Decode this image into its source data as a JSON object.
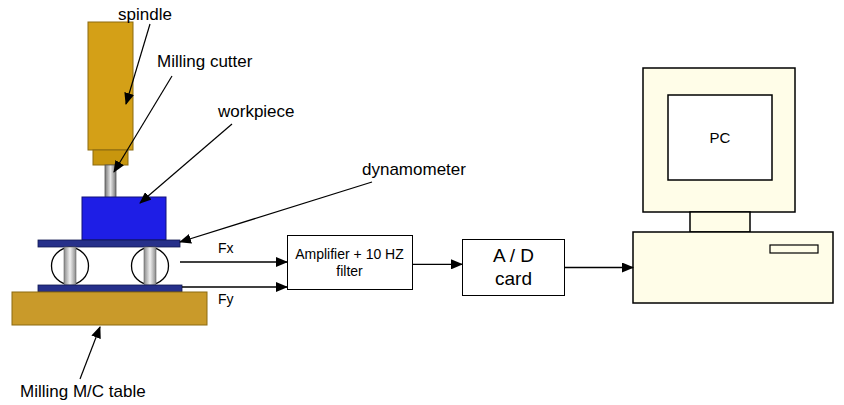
{
  "diagram": {
    "nodes": [
      {
        "text": [
          "Amplifier + 10 HZ filter"
        ]
      },
      {
        "text": [
          "A / D card"
        ]
      },
      {
        "text": [
          "PC"
        ]
      }
    ],
    "edges": [
      {
        "from": 0,
        "to": 1,
        "arrow": "to"
      },
      {
        "from": 1,
        "to": 2,
        "arrow": "to"
      }
    ],
    "labels": [
      "spindle",
      "Milling cutter",
      "workpiece",
      "dynamometer",
      "Fx",
      "Fy",
      "Milling M/C table"
    ]
  }
}
